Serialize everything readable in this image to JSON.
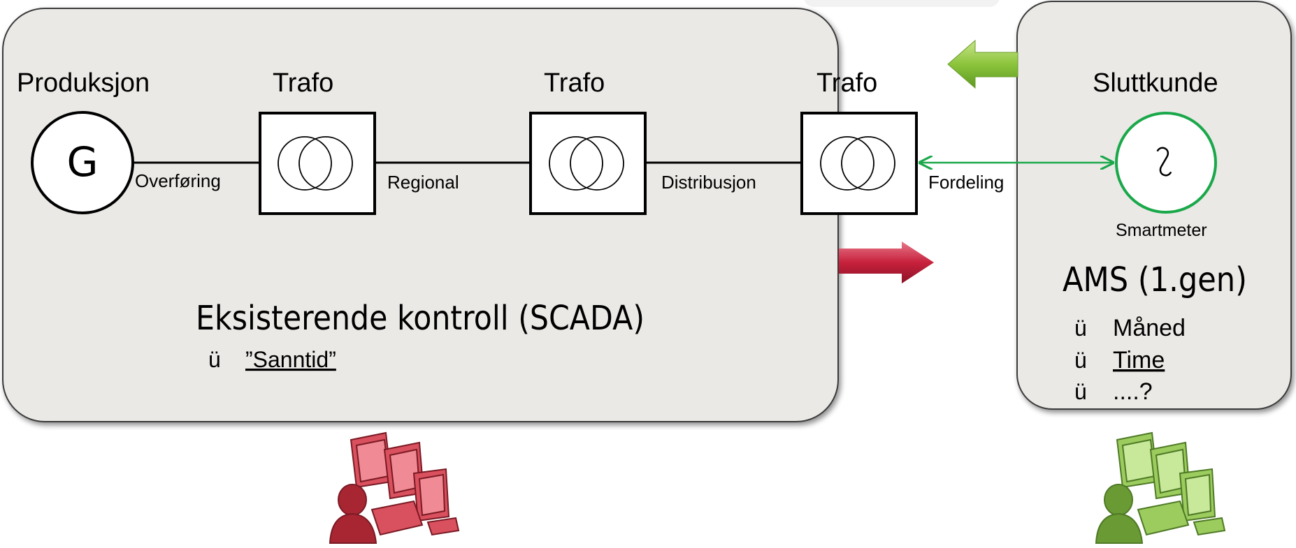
{
  "diagram": {
    "nodes": {
      "produksjon": "Produksjon",
      "generator_symbol": "G",
      "trafo_1": "Trafo",
      "trafo_2": "Trafo",
      "trafo_3": "Trafo",
      "sluttkunde": "Sluttkunde",
      "smartmeter": "Smartmeter"
    },
    "lines": {
      "overforing": "Overføring",
      "regional": "Regional",
      "distribusjon": "Distribusjon",
      "fordeling": "Fordeling"
    },
    "left_panel": {
      "title": "Eksisterende kontroll (SCADA)",
      "bullet_glyph": "ü",
      "bullets": [
        "”Sanntid”"
      ]
    },
    "right_panel": {
      "title": "AMS (1.gen)",
      "bullet_glyph": "ü",
      "bullets": [
        "Måned",
        "Time",
        "....?"
      ]
    },
    "icons": {
      "scada_operator": "control-room-operator-icon",
      "ams_operator": "control-room-operator-icon",
      "transformer": "transformer-icon",
      "meter": "smartmeter-icon"
    },
    "colors": {
      "panel_fill": "#ebe9e6",
      "scada_red": "#c0283c",
      "ams_green": "#8cc43c",
      "link_green": "#1aa84a"
    }
  }
}
